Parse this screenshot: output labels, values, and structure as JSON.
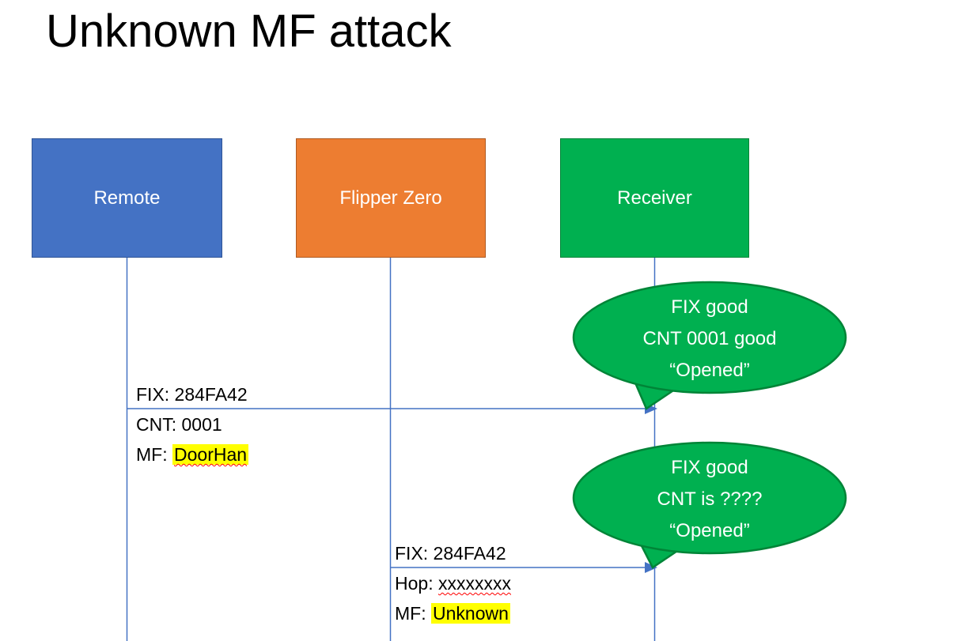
{
  "title": "Unknown MF attack",
  "actors": {
    "remote": {
      "label": "Remote",
      "fill": "#4472C4",
      "border": "#2F5496"
    },
    "flipper": {
      "label": "Flipper Zero",
      "fill": "#ED7D31",
      "border": "#AE5A21"
    },
    "receiver": {
      "label": "Receiver",
      "fill": "#00B050",
      "border": "#008437"
    }
  },
  "colors": {
    "lifeline": "#4472C4",
    "arrow": "#4472C4",
    "callout_fill": "#00B050",
    "callout_border": "#008437",
    "highlight": "#FFFF00",
    "spellcheck_underline": "#FF0000"
  },
  "messages": {
    "msg1": {
      "line1": "FIX: 284FA42",
      "line2": "CNT: 0001",
      "line3_prefix": "MF: ",
      "line3_term": "DoorHan"
    },
    "msg2": {
      "line1": "FIX: 284FA42",
      "line2_prefix": "Hop: ",
      "line2_term": "xxxxxxxx",
      "line3_prefix": "MF: ",
      "line3_term": "Unknown"
    }
  },
  "callouts": {
    "callout1": {
      "line1": "FIX good",
      "line2": "CNT 0001 good",
      "line3": "“Opened”"
    },
    "callout2": {
      "line1": "FIX good",
      "line2": "CNT is ????",
      "line3": "“Opened”"
    }
  }
}
